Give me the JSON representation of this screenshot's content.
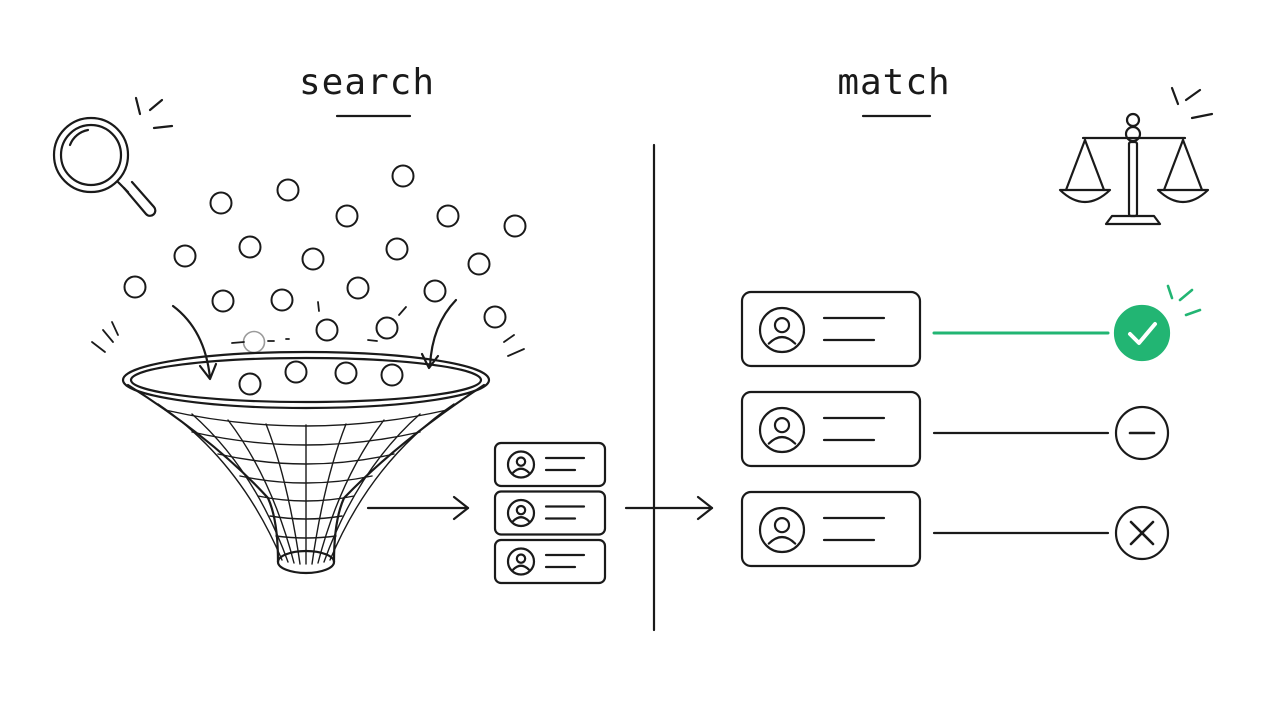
{
  "labels": {
    "search": "search",
    "match": "match"
  },
  "colors": {
    "ink": "#1a1a1a",
    "accent": "#22b573",
    "background": "#ffffff"
  },
  "icons": {
    "search": "magnifier-icon",
    "scale": "balance-scale-icon",
    "funnel": "funnel-icon",
    "profile": "user-icon",
    "accept": "check-circle-icon",
    "neutral": "minus-circle-icon",
    "reject": "x-circle-icon"
  },
  "shortlist_count": 3,
  "candidates": [
    {
      "status": "match"
    },
    {
      "status": "neutral"
    },
    {
      "status": "reject"
    }
  ]
}
